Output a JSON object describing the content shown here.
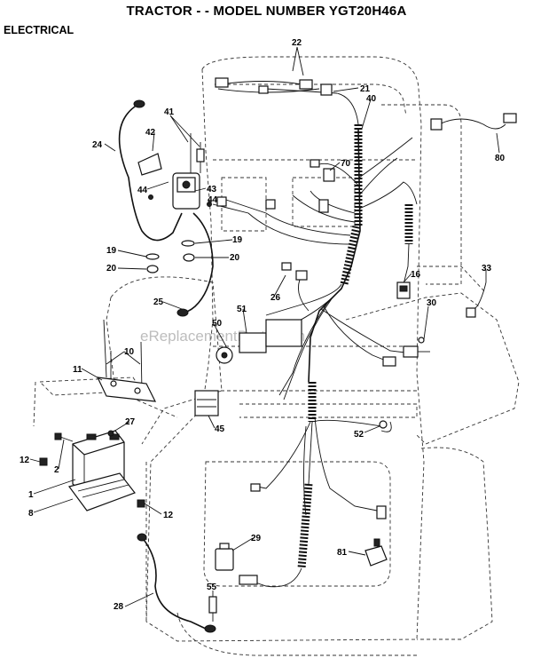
{
  "header": {
    "title": "TRACTOR - - MODEL NUMBER YGT20H46A",
    "section": "ELECTRICAL"
  },
  "watermark": "eReplacementParts.com",
  "callouts": {
    "c22": "22",
    "c21": "21",
    "c40": "40",
    "c80": "80",
    "c41": "41",
    "c42": "42",
    "c24": "24",
    "c70": "70",
    "c44a": "44",
    "c43": "43",
    "c44b": "44",
    "c19a": "19",
    "c19b": "19",
    "c20a": "20",
    "c20b": "20",
    "c26": "26",
    "c16": "16",
    "c33": "33",
    "c25": "25",
    "c50": "50",
    "c51": "51",
    "c30": "30",
    "c10": "10",
    "c11": "11",
    "c27": "27",
    "c45": "45",
    "c52": "52",
    "c12a": "12",
    "c2": "2",
    "c1": "1",
    "c8": "8",
    "c12b": "12",
    "c29": "29",
    "c81": "81",
    "c55": "55",
    "c28": "28"
  }
}
